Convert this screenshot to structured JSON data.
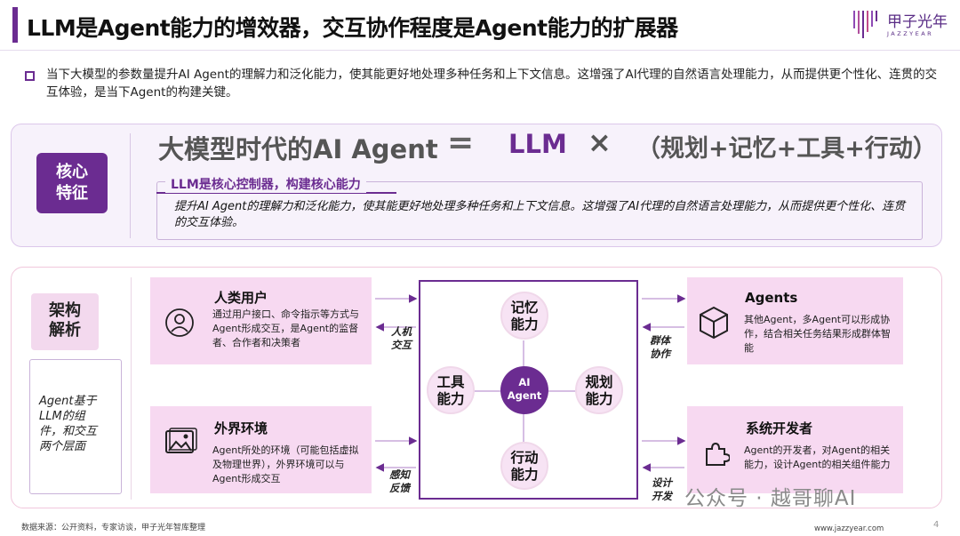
{
  "header": {
    "title": "LLM是Agent能力的增效器，交互协作程度是Agent能力的扩展器",
    "logo_cn": "甲子光年",
    "logo_en": "JAZZYEAR"
  },
  "intro": {
    "text": "当下大模型的参数量提升AI Agent的理解力和泛化能力，使其能更好地处理多种任务和上下文信息。这增强了AI代理的自然语言处理能力，从而提供更个性化、连贯的交互体验，是当下Agent的构建关键。"
  },
  "core": {
    "tag": "核心特征",
    "formula_left": "大模型时代的AI Agent",
    "formula_eq": "=",
    "formula_llm": "LLM",
    "formula_times": "×",
    "formula_right": "（规划+记忆+工具+行动）",
    "sub_label": "LLM是核心控制器，构建核心能力",
    "sub_text": "提升AI Agent的理解力和泛化能力，使其能更好地处理多种任务和上下文信息。这增强了AI代理的自然语言处理能力，从而提供更个性化、连贯的交互体验。"
  },
  "arch": {
    "tag": "架构解析",
    "note": "Agent基于LLM的组件，和交互两个层面",
    "left_cards": [
      {
        "title": "人类用户",
        "text": "通过用户接口、命令指示等方式与Agent形成交互，是Agent的监督者、合作者和决策者",
        "icon": "user-icon"
      },
      {
        "title": "外界环境",
        "text": "Agent所处的环境（可能包括虚拟及物理世界），外界环境可以与Agent形成交互",
        "icon": "image-icon"
      }
    ],
    "right_cards": [
      {
        "title": "Agents",
        "text": "其他Agent，多Agent可以形成协作，结合相关任务结果形成群体智能",
        "icon": "cube-icon"
      },
      {
        "title": "系统开发者",
        "text": "Agent的开发者，对Agent的相关能力，设计Agent的相关组件能力",
        "icon": "puzzle-icon"
      }
    ],
    "left_labels": [
      "人机交互",
      "感知反馈"
    ],
    "right_labels": [
      "群体协作",
      "设计开发"
    ],
    "nodes": {
      "top": "记忆能力",
      "left": "工具能力",
      "right": "规划能力",
      "bottom": "行动能力",
      "hub": "AI Agent"
    }
  },
  "footer": {
    "source": "数据来源：公开资料，专家访谈，甲子光年智库整理",
    "url": "www.jazzyear.com",
    "page": "4",
    "wechat": "公众号 · 越哥聊AI"
  },
  "colors": {
    "accent": "#6b2c91",
    "card_pink": "#f7d9f1",
    "panel_lilac": "#f7f2fb"
  }
}
